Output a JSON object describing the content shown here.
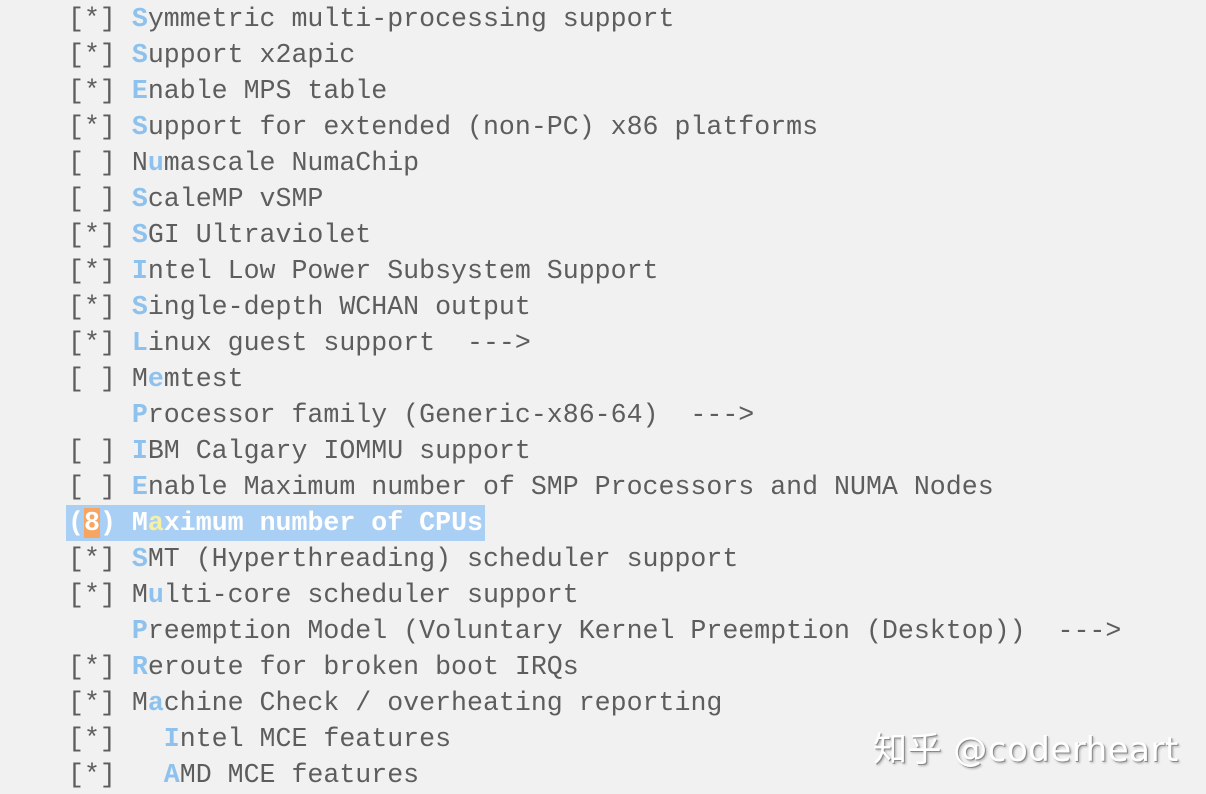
{
  "menu": {
    "items": [
      {
        "mark": "[*]",
        "indent": "",
        "hotkey_prefix": "",
        "hotkey": "S",
        "rest": "ymmetric multi-processing support",
        "state": "enabled"
      },
      {
        "mark": "[*]",
        "indent": "",
        "hotkey_prefix": "",
        "hotkey": "S",
        "rest": "upport x2apic",
        "state": "enabled"
      },
      {
        "mark": "[*]",
        "indent": "",
        "hotkey_prefix": "",
        "hotkey": "E",
        "rest": "nable MPS table",
        "state": "enabled"
      },
      {
        "mark": "[*]",
        "indent": "",
        "hotkey_prefix": "",
        "hotkey": "S",
        "rest": "upport for extended (non-PC) x86 platforms",
        "state": "enabled"
      },
      {
        "mark": "[ ]",
        "indent": "",
        "hotkey_prefix": "N",
        "hotkey": "u",
        "rest": "mascale NumaChip",
        "state": "disabled"
      },
      {
        "mark": "[ ]",
        "indent": "",
        "hotkey_prefix": "",
        "hotkey": "S",
        "rest": "caleMP vSMP",
        "state": "disabled"
      },
      {
        "mark": "[*]",
        "indent": "",
        "hotkey_prefix": "",
        "hotkey": "S",
        "rest": "GI Ultraviolet",
        "state": "enabled"
      },
      {
        "mark": "[*]",
        "indent": "",
        "hotkey_prefix": "",
        "hotkey": "I",
        "rest": "ntel Low Power Subsystem Support",
        "state": "enabled"
      },
      {
        "mark": "[*]",
        "indent": "",
        "hotkey_prefix": "",
        "hotkey": "S",
        "rest": "ingle-depth WCHAN output",
        "state": "enabled"
      },
      {
        "mark": "[*]",
        "indent": "",
        "hotkey_prefix": "",
        "hotkey": "L",
        "rest": "inux guest support  --->",
        "state": "enabled"
      },
      {
        "mark": "[ ]",
        "indent": "",
        "hotkey_prefix": "M",
        "hotkey": "e",
        "rest": "mtest",
        "state": "disabled"
      },
      {
        "mark": "   ",
        "indent": "",
        "hotkey_prefix": "",
        "hotkey": "P",
        "rest": "rocessor family (Generic-x86-64)  --->",
        "state": "submenu"
      },
      {
        "mark": "[ ]",
        "indent": "",
        "hotkey_prefix": "",
        "hotkey": "I",
        "rest": "BM Calgary IOMMU support",
        "state": "disabled"
      },
      {
        "mark": "[ ]",
        "indent": "",
        "hotkey_prefix": "",
        "hotkey": "E",
        "rest": "nable Maximum number of SMP Processors and NUMA Nodes",
        "state": "disabled"
      },
      {
        "mark_open": "(",
        "mark_value": "8",
        "mark_close": ")",
        "indent": "",
        "hotkey_prefix": "M",
        "hotkey": "a",
        "rest": "ximum number of CPUs",
        "state": "selected"
      },
      {
        "mark": "[*]",
        "indent": "",
        "hotkey_prefix": "",
        "hotkey": "S",
        "rest": "MT (Hyperthreading) scheduler support",
        "state": "enabled"
      },
      {
        "mark": "[*]",
        "indent": "",
        "hotkey_prefix": "M",
        "hotkey": "u",
        "rest": "lti-core scheduler support",
        "state": "enabled"
      },
      {
        "mark": "   ",
        "indent": "",
        "hotkey_prefix": "",
        "hotkey": "P",
        "rest": "reemption Model (Voluntary Kernel Preemption (Desktop))  --->",
        "state": "submenu"
      },
      {
        "mark": "[*]",
        "indent": "",
        "hotkey_prefix": "",
        "hotkey": "R",
        "rest": "eroute for broken boot IRQs",
        "state": "enabled"
      },
      {
        "mark": "[*]",
        "indent": "",
        "hotkey_prefix": "M",
        "hotkey": "a",
        "rest": "chine Check / overheating reporting",
        "state": "enabled"
      },
      {
        "mark": "[*]",
        "indent": "  ",
        "hotkey_prefix": "",
        "hotkey": "I",
        "rest": "ntel MCE features",
        "state": "enabled"
      },
      {
        "mark": "[*]",
        "indent": "  ",
        "hotkey_prefix": "",
        "hotkey": "A",
        "rest": "MD MCE features",
        "state": "enabled"
      }
    ]
  },
  "watermark": {
    "text": "知乎 @coderheart"
  },
  "colors": {
    "background": "#f1f1f1",
    "text": "#5d5d5d",
    "hotkey": "#8ec2ee",
    "selection": "#a9cff5",
    "selected_hotkey": "#f5f0a6",
    "cursor": "#f7a560"
  }
}
